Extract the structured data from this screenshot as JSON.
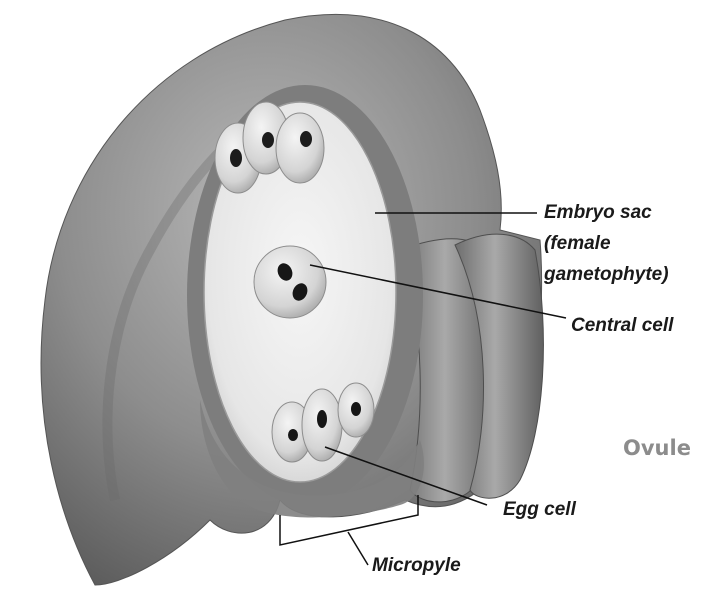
{
  "labels": {
    "embryo_sac_line1": "Embryo sac",
    "embryo_sac_line2": "(female",
    "embryo_sac_line3": "gametophyte)",
    "central_cell": "Central cell",
    "ovule": "Ovule",
    "egg_cell": "Egg cell",
    "micropyle": "Micropyle"
  },
  "colors": {
    "integument": "#8a8a8a",
    "integument_dark": "#5f5f5f",
    "integument_light": "#b5b5b5",
    "embryo_sac": "#ececec",
    "ovule_label": "#8c8c8c"
  }
}
